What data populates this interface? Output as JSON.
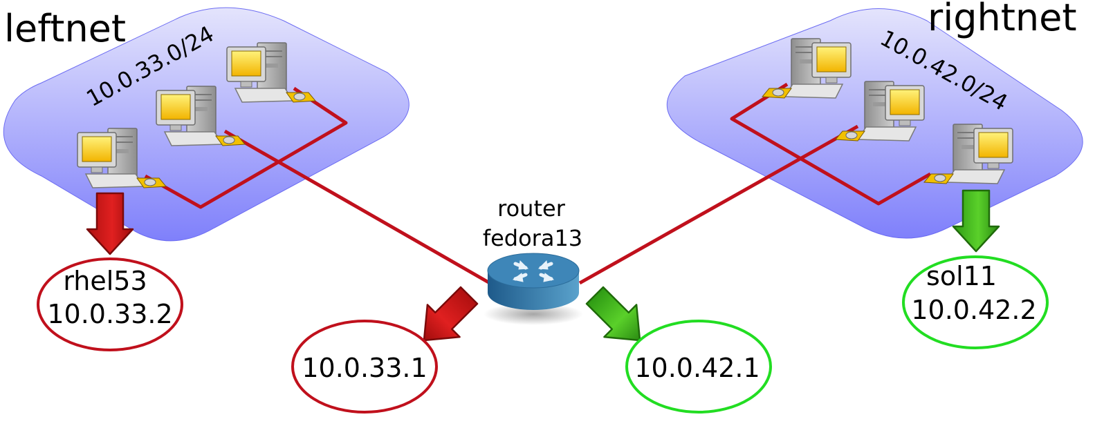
{
  "left_network": {
    "name": "leftnet",
    "subnet": "10.0.33.0/24",
    "host_name": "rhel53",
    "host_ip": "10.0.33.2",
    "color": "#c0101c"
  },
  "right_network": {
    "name": "rightnet",
    "subnet": "10.0.42.0/24",
    "host_name": "sol11",
    "host_ip": "10.0.42.2",
    "color": "#22dd22"
  },
  "router": {
    "line1": "router",
    "line2": "fedora13",
    "left_ip": "10.0.33.1",
    "right_ip": "10.0.42.1"
  },
  "colors": {
    "cable": "#c0101c",
    "cloud_top": "#e4e4fc",
    "cloud_bottom": "#7f80fb",
    "red_arrow": "#e02020",
    "green_arrow": "#44c41c"
  }
}
